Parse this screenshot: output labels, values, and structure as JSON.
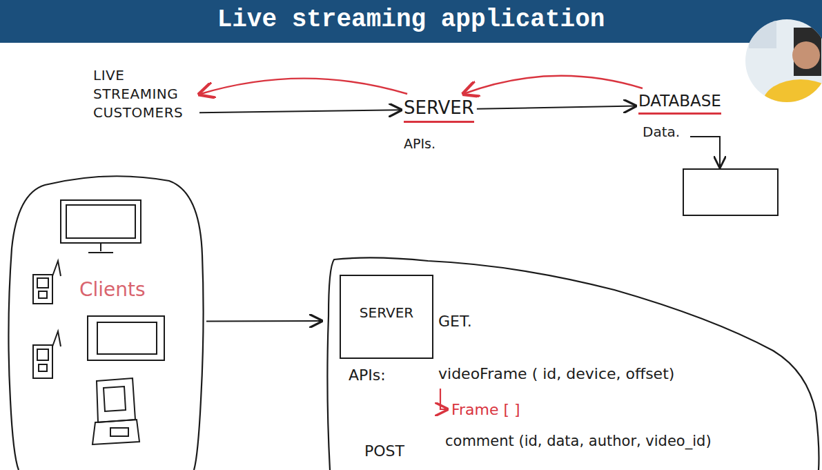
{
  "diagram": {
    "title": "Live streaming application",
    "nodes": [
      {
        "text": [
          "LIVE STREAMING CUSTOMERS"
        ]
      },
      {
        "text": [
          "SERVER",
          "APIs."
        ]
      },
      {
        "text": [
          "DATABASE",
          "Data."
        ]
      },
      {
        "text": [
          "Clients"
        ]
      },
      {
        "text": [
          "GET.",
          "APIs:",
          "videoFrame ( id, device, offset)",
          "Frame [ ]",
          "POST",
          "comment (id, data, author, video_id)"
        ]
      },
      {
        "text": [
          "SERVER"
        ],
        "in": 4
      }
    ],
    "edges": [
      {
        "from": 0,
        "to": 1,
        "arrow": "to"
      },
      {
        "from": 1,
        "to": 0,
        "arrow": "to"
      },
      {
        "from": 1,
        "to": 2,
        "arrow": "to"
      },
      {
        "from": 2,
        "to": 1,
        "arrow": "to"
      },
      {
        "from": 3,
        "to": 4,
        "arrow": "to"
      }
    ]
  }
}
